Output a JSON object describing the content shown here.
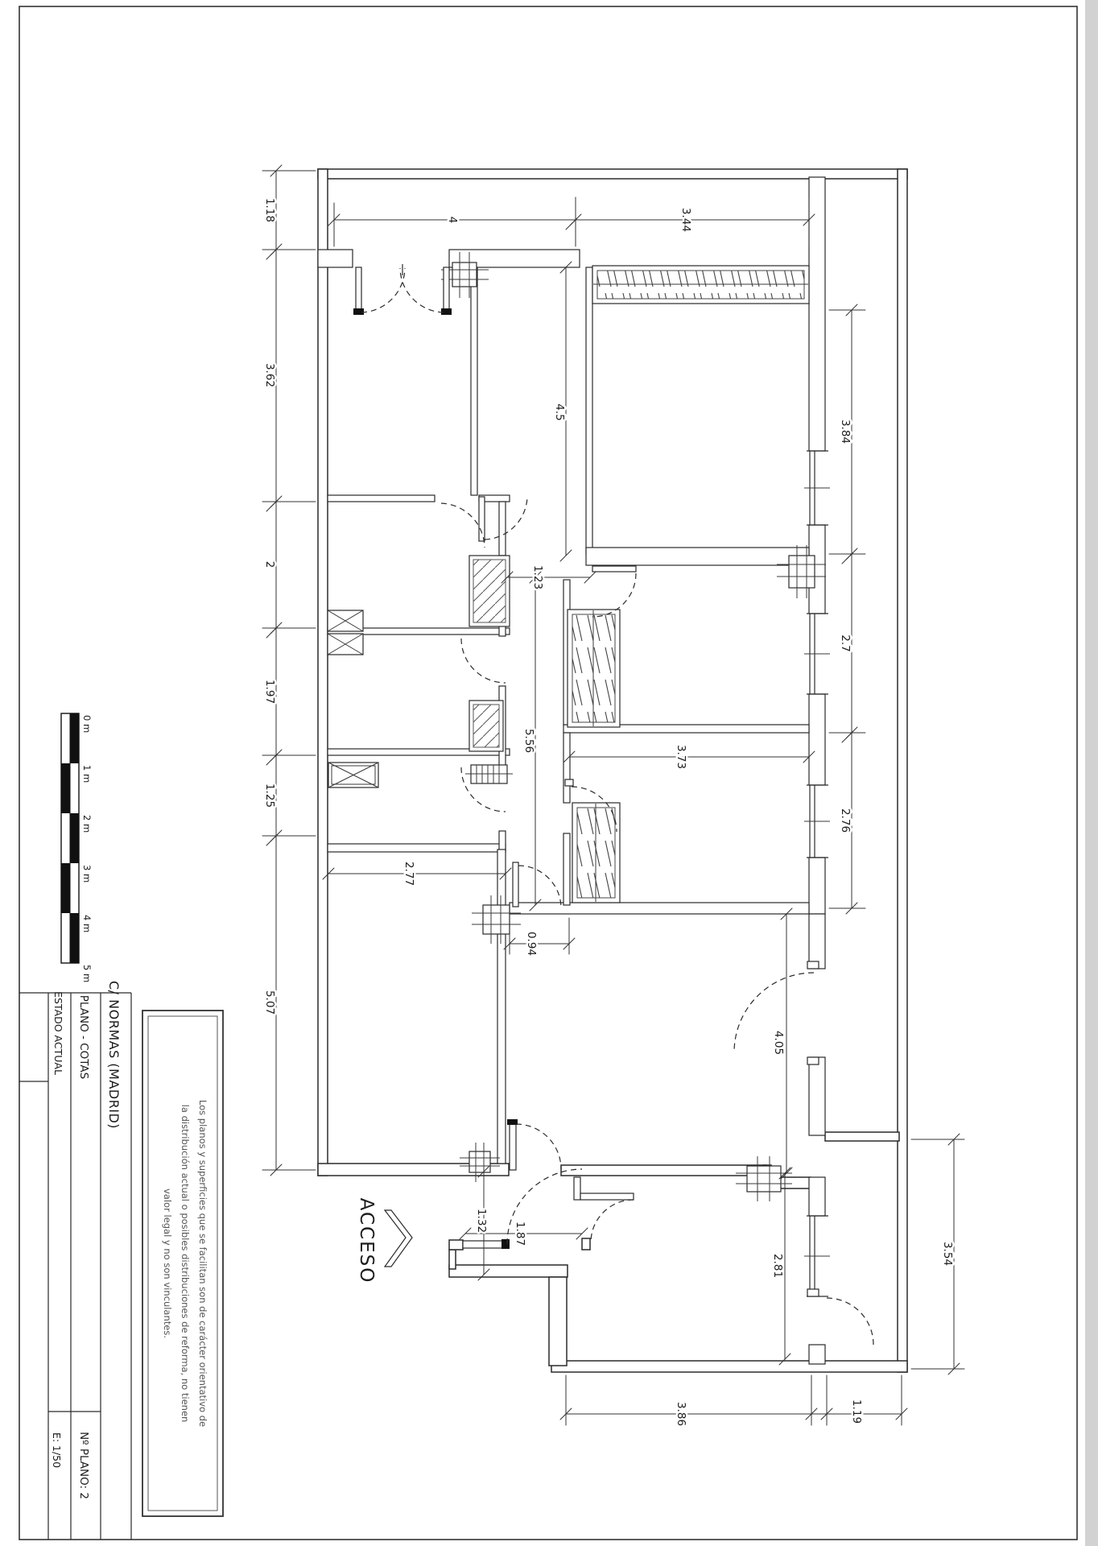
{
  "sheet": {
    "title": "C/ NORMAS  (MADRID)",
    "doc_type": "PLANO  -  COTAS",
    "status": "ESTADO  ACTUAL",
    "plan_no": "Nº PLANO:  2",
    "scale": "E: 1/50"
  },
  "disclaimer": {
    "lines": [
      "Los planos y superficies que se facilitan son de carácter orientativo de",
      "la distribución actual o posibles distribuciones de reforma, no tienen",
      "valor legal y no son vinculantes."
    ]
  },
  "access_label": "ACCESO",
  "scalebar": {
    "labels": [
      "0 m",
      "1 m",
      "2 m",
      "3 m",
      "4 m",
      "5 m"
    ]
  },
  "dims": {
    "left_chain": [
      "1.18",
      "3.62",
      "2",
      "1.97",
      "1.25",
      "5.07"
    ],
    "top_chain": [
      "4",
      "3.44"
    ],
    "right_chain": [
      "3.84",
      "2.7",
      "2.76"
    ],
    "interior": [
      "4.5",
      "1.23",
      "5.56",
      "3.73",
      "2.77",
      "0.94",
      "1.32",
      "1.87",
      "4.05",
      "2.81",
      "3.86",
      "1.19",
      "3.54"
    ]
  }
}
